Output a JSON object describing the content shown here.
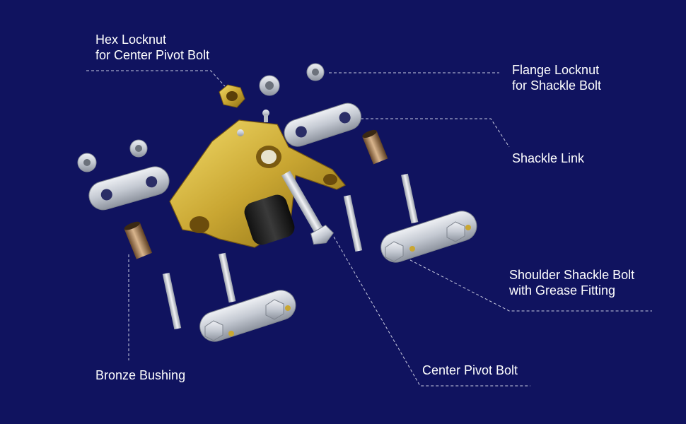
{
  "background_color": "#10135f",
  "label_color": "#ffffff",
  "leader_color": "#c9cbe0",
  "metal_color": "#c4c9d2",
  "brass_color": "#c9a632",
  "labels": {
    "hex_locknut": {
      "line1": "Hex Locknut",
      "line2": "for Center Pivot Bolt"
    },
    "flange_locknut": {
      "line1": "Flange Locknut",
      "line2": "for Shackle Bolt"
    },
    "shackle_link": {
      "line1": "Shackle Link"
    },
    "shoulder_bolt": {
      "line1": "Shoulder Shackle Bolt",
      "line2": "with Grease Fitting"
    },
    "center_pivot_bolt": {
      "line1": "Center Pivot Bolt"
    },
    "bronze_bushing": {
      "line1": "Bronze Bushing"
    }
  }
}
